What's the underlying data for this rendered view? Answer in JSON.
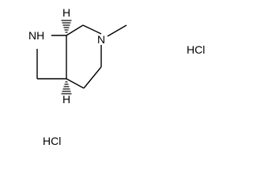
{
  "structure": {
    "atoms": {
      "nh": "NH",
      "n": "N",
      "h_top": "H",
      "h_bottom": "H"
    },
    "salts": {
      "hcl_right": "HCl",
      "hcl_bottom": "HCl"
    },
    "stereo": "hashed-wedge bonds at both ring-fusion carbons"
  }
}
